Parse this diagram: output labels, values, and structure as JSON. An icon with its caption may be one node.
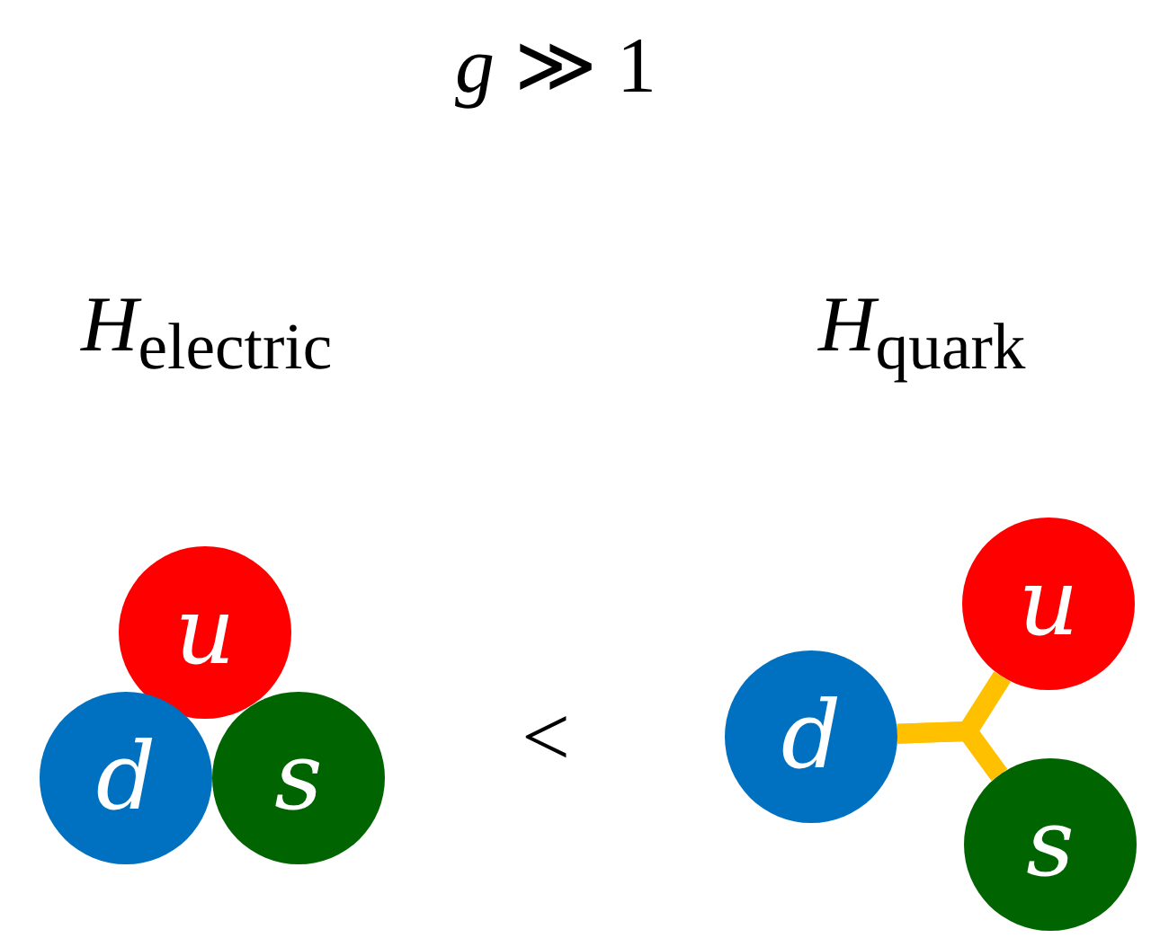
{
  "diagram": {
    "title": "*g* ≫ 1",
    "nodes": [
      {
        "text": [
          "u"
        ]
      },
      {
        "text": [
          "d"
        ]
      },
      {
        "text": [
          "s"
        ]
      },
      {
        "text": [
          "d"
        ]
      },
      {
        "text": [
          "u"
        ]
      },
      {
        "text": [
          "s"
        ]
      }
    ],
    "edges": [
      {
        "from": 3,
        "to": 4,
        "arrow": "none"
      },
      {
        "from": 3,
        "to": 5,
        "arrow": "none"
      }
    ],
    "labels": [
      "*H*$_{electric}$",
      "*H*$_{quark}$",
      "<"
    ]
  }
}
